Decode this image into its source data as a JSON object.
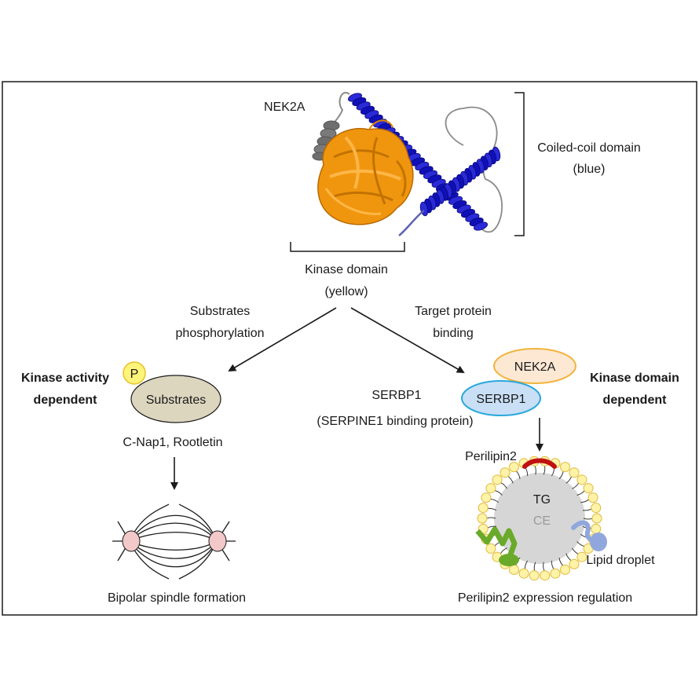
{
  "protein": {
    "name": "NEK2A",
    "coiled_coil_label": "Coiled-coil domain",
    "coiled_coil_color": "(blue)",
    "kinase_label": "Kinase domain",
    "kinase_color": "(yellow)"
  },
  "left_branch": {
    "arrow_label_line1": "Substrates",
    "arrow_label_line2": "phosphorylation",
    "category_line1": "Kinase activity",
    "category_line2": "dependent",
    "phospho_badge": "P",
    "substrates_label": "Substrates",
    "examples": "C-Nap1, Rootletin",
    "outcome": "Bipolar spindle formation"
  },
  "right_branch": {
    "arrow_label_line1": "Target protein",
    "arrow_label_line2": "binding",
    "category_line1": "Kinase domain",
    "category_line2": "dependent",
    "partner_name": "SERBP1",
    "partner_full": "(SERPINE1 binding protein)",
    "complex_top": "NEK2A",
    "complex_bottom": "SERBP1",
    "perilipin_label": "Perilipin2",
    "droplet_core_tg": "TG",
    "droplet_core_ce": "CE",
    "droplet_label": "Lipid droplet",
    "outcome": "Perilipin2 expression regulation"
  },
  "colors": {
    "coiled_coil": "#1010b8",
    "kinase": "#f0960e",
    "substrates_fill": "#dcd6bf",
    "phospho_fill": "#fff47a",
    "nek2a_fill": "#fde8d4",
    "nek2a_stroke": "#f2b43a",
    "serbp1_fill": "#c9dff5",
    "serbp1_stroke": "#2aa8dc",
    "centrosome": "#f3c8c8",
    "perilipin": "#c01010",
    "droplet_core": "#d6d6d6",
    "phospholipid_head": "#fff3a8",
    "green_protein": "#6aaa2a",
    "blue_protein": "#8fa7dc"
  }
}
